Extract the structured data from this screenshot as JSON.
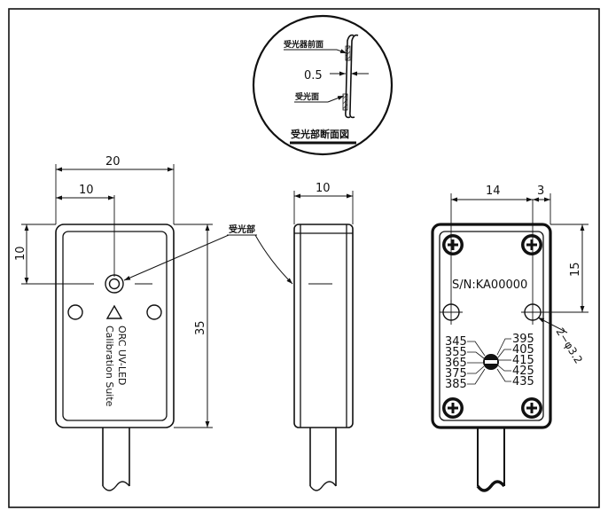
{
  "section_view": {
    "front_face_label": "受光器前面",
    "gap_value": "0.5",
    "receiving_face_label": "受光面",
    "title": "受光部断面図"
  },
  "front_view": {
    "width_dim": "20",
    "center_dim": "10",
    "height_offset_dim": "10",
    "height_dim": "35",
    "sensor_callout": "受光部",
    "label_line1": "ORC UV-LED",
    "label_line2": "Calibration Suite"
  },
  "side_view": {
    "depth_dim": "10"
  },
  "back_view": {
    "width_dim": "14",
    "hole_offset_dim": "3",
    "hole_height_dim": "15",
    "hole_callout": "2−φ3.2",
    "serial_number": "S/N:KA00000",
    "wavelengths_left": [
      "345",
      "355",
      "365",
      "375",
      "385"
    ],
    "wavelengths_right": [
      "395",
      "405",
      "415",
      "425",
      "435"
    ]
  }
}
